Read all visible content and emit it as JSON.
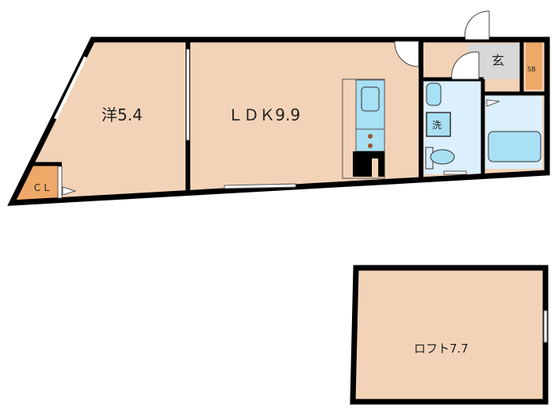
{
  "rooms": {
    "western": "洋5.4",
    "ldk": "ＬＤＫ9.9",
    "closet": "ＣＬ",
    "entrance": "玄",
    "shoe_box": "SB",
    "washer": "洗",
    "loft": "ロフト7.7"
  },
  "colors": {
    "room": "#f3d3b8",
    "storage": "#eea868",
    "wet": "#dcefff",
    "fixture": "#a8e0f4",
    "entrance": "#d8d8d8",
    "wall": "#000000"
  }
}
